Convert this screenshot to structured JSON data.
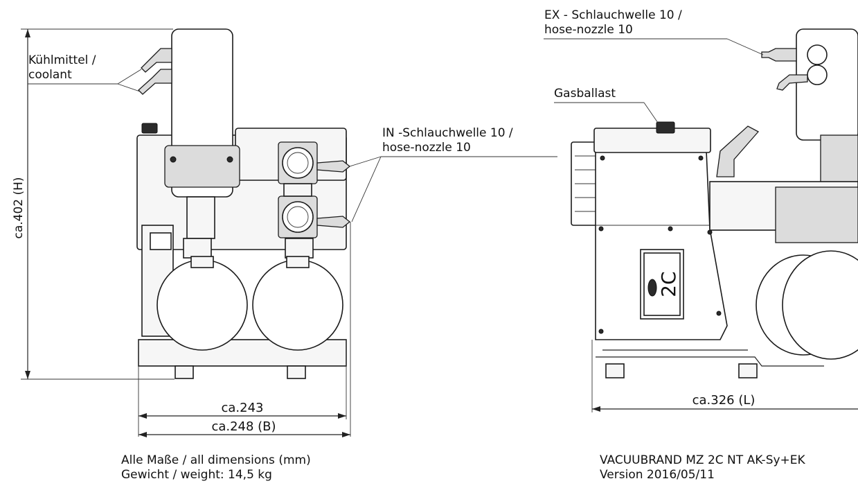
{
  "labels": {
    "coolant_line1": "Kühlmittel /",
    "coolant_line2": "coolant",
    "in_line1": "IN -Schlauchwelle 10 /",
    "in_line2": "hose-nozzle 10",
    "ex_line1": "EX - Schlauchwelle 10 /",
    "ex_line2": "hose-nozzle 10",
    "gasballast": "Gasballast",
    "height": "ca.402 (H)",
    "width_inner": "ca.243",
    "width_outer": "ca.248 (B)",
    "length": "ca.326 (L)",
    "model_badge": "2C"
  },
  "footer": {
    "left_line1": "Alle Maße / all dimensions (mm)",
    "left_line2": "Gewicht / weight: 14,5 kg",
    "right_line1": "VACUUBRAND MZ 2C NT AK-Sy+EK",
    "right_line2": "Version 2016/05/11"
  }
}
